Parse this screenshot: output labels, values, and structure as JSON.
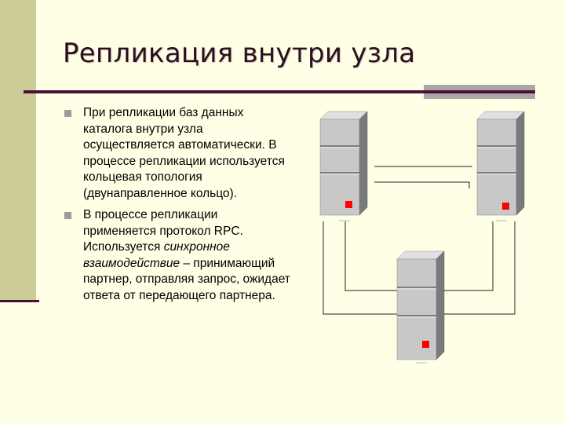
{
  "slide": {
    "title": "Репликация внутри узла",
    "bullets": [
      {
        "text": "При репликации баз данных каталога внутри узла осуществляется автоматически. В процессе репликации используется кольцевая топология (двунаправленное кольцо)."
      },
      {
        "text_before": "В процессе репликации применяется протокол RPC. Используется ",
        "text_italic": "синхронное взаимодействие",
        "text_after": " – принимающий партнер, отправляя запрос, ожидает ответа от передающего партнера."
      }
    ]
  },
  "diagram": {
    "servers": [
      {
        "name": "server-top-left"
      },
      {
        "name": "server-top-right"
      },
      {
        "name": "server-bottom"
      }
    ],
    "colors": {
      "server_body": "#C8C8C8",
      "server_front": "#B4B4B4",
      "server_side": "#7A7A7A",
      "indicator": "#FF0000"
    }
  },
  "colors": {
    "background": "#FFFFE6",
    "accent_bar": "#CCCC99",
    "rule": "#4B0E37"
  }
}
